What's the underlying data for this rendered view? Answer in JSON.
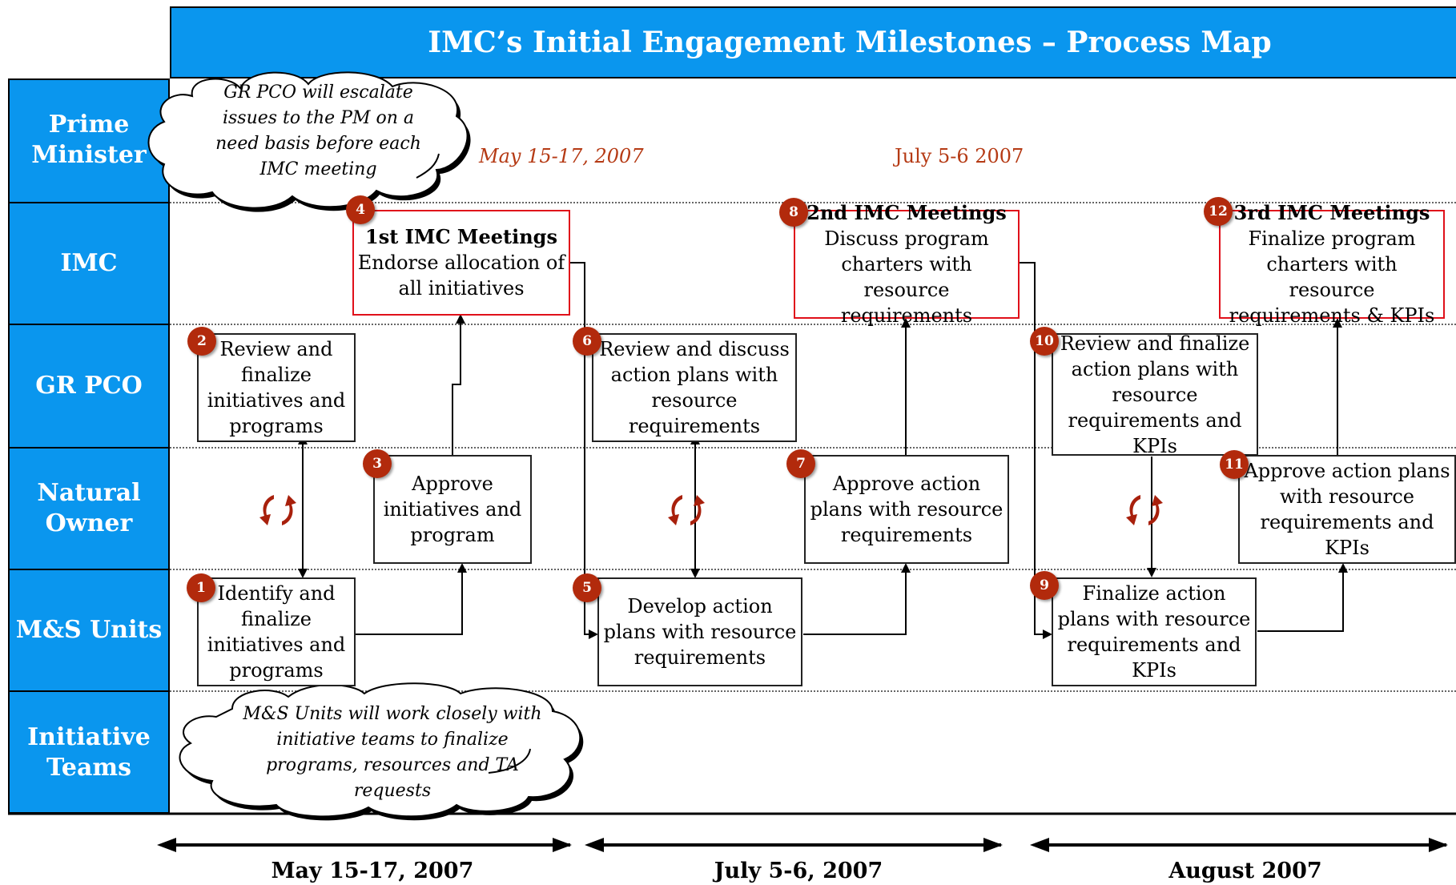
{
  "title": "IMC’s Initial Engagement Milestones – Process Map",
  "lanes": [
    "Prime Minister",
    "IMC",
    "GR PCO",
    "Natural Owner",
    "M&S Units",
    "Initiative Teams"
  ],
  "clouds": {
    "top": "GR PCO will escalate issues to the PM on a need basis before each IMC meeting",
    "bottom": "M&S Units will work closely with initiative teams to finalize programs, resources and TA requests"
  },
  "header_dates": {
    "first": "May 15-17, 2007",
    "second": "July 5-6 2007"
  },
  "steps": [
    {
      "num": "1",
      "text": "Identify and finalize initiatives and programs"
    },
    {
      "num": "2",
      "text": "Review and finalize initiatives and programs"
    },
    {
      "num": "3",
      "text": "Approve initiatives and program"
    },
    {
      "num": "4",
      "title": "1st IMC Meetings",
      "text": "Endorse allocation of all initiatives"
    },
    {
      "num": "5",
      "text": "Develop action plans with resource requirements"
    },
    {
      "num": "6",
      "text": "Review and discuss action plans with resource requirements"
    },
    {
      "num": "7",
      "text": "Approve action plans with resource requirements"
    },
    {
      "num": "8",
      "title": "2nd IMC Meetings",
      "text": "Discuss program charters with resource requirements"
    },
    {
      "num": "9",
      "text": "Finalize action plans with resource requirements and KPIs"
    },
    {
      "num": "10",
      "text": "Review and finalize action plans with resource requirements and KPIs"
    },
    {
      "num": "11",
      "text": "Approve action plans with resource requirements and KPIs"
    },
    {
      "num": "12",
      "title": "3rd IMC Meetings",
      "text": "Finalize program charters with resource requirements & KPIs"
    }
  ],
  "timeline": [
    "May 15-17, 2007",
    "July 5-6, 2007",
    "August 2007"
  ],
  "colors": {
    "lane_blue": "#0a96ee",
    "badge_red": "#b22a0c",
    "meeting_border": "#e0101a",
    "date_red": "#b53a14"
  }
}
